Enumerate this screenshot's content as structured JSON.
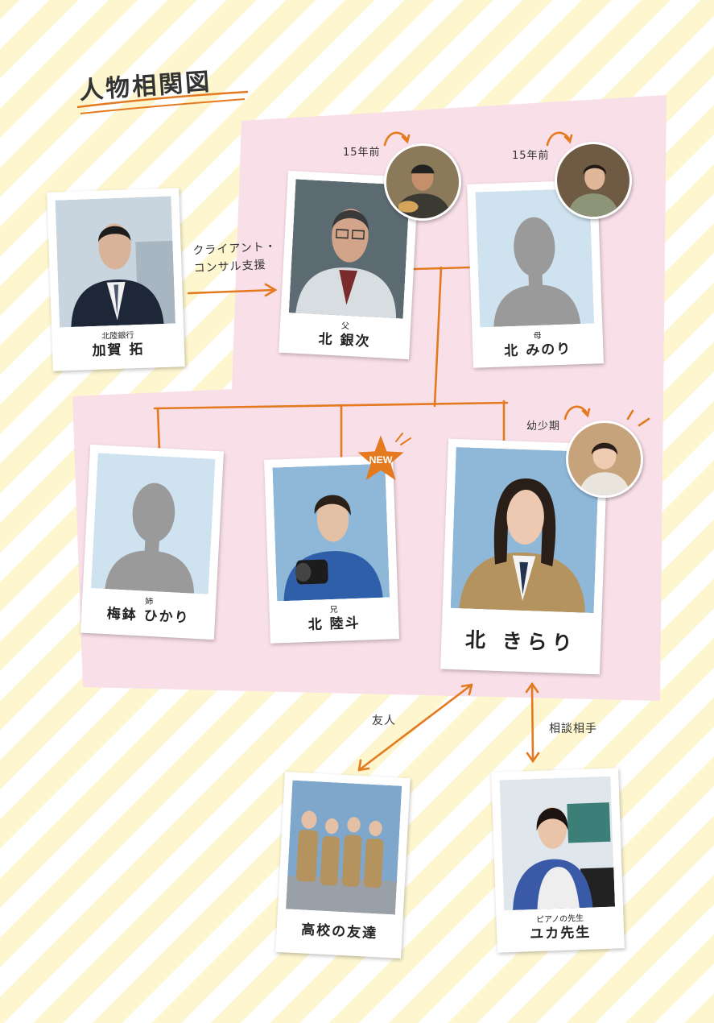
{
  "title": "人物相関図",
  "colors": {
    "accent": "#e47a1f",
    "pink": "#f9dfe8",
    "stripe": "#fdf6cf",
    "silhouette": "#9a9a9a",
    "placeholder": "#cfe2f0"
  },
  "people": {
    "kaga": {
      "role": "北陸銀行",
      "name": "加賀 拓"
    },
    "ginji": {
      "role": "父",
      "name": "北 銀次",
      "past_label": "15年前"
    },
    "minori": {
      "role": "母",
      "name": "北 みのり",
      "past_label": "15年前"
    },
    "hikari": {
      "role": "姉",
      "name": "梅鉢 ひかり"
    },
    "rikuto": {
      "role": "兄",
      "name": "北 陸斗",
      "badge": "NEW"
    },
    "kirari": {
      "name": "北 きらり",
      "past_label": "幼少期"
    },
    "friends": {
      "name": "高校の友達"
    },
    "yuka": {
      "role": "ピアノの先生",
      "name": "ユカ先生"
    }
  },
  "relations": {
    "kaga_to_ginji": {
      "line1": "クライアント・",
      "line2": "コンサル支援"
    },
    "kirari_friends": "友人",
    "kirari_yuka": "相談相手"
  }
}
